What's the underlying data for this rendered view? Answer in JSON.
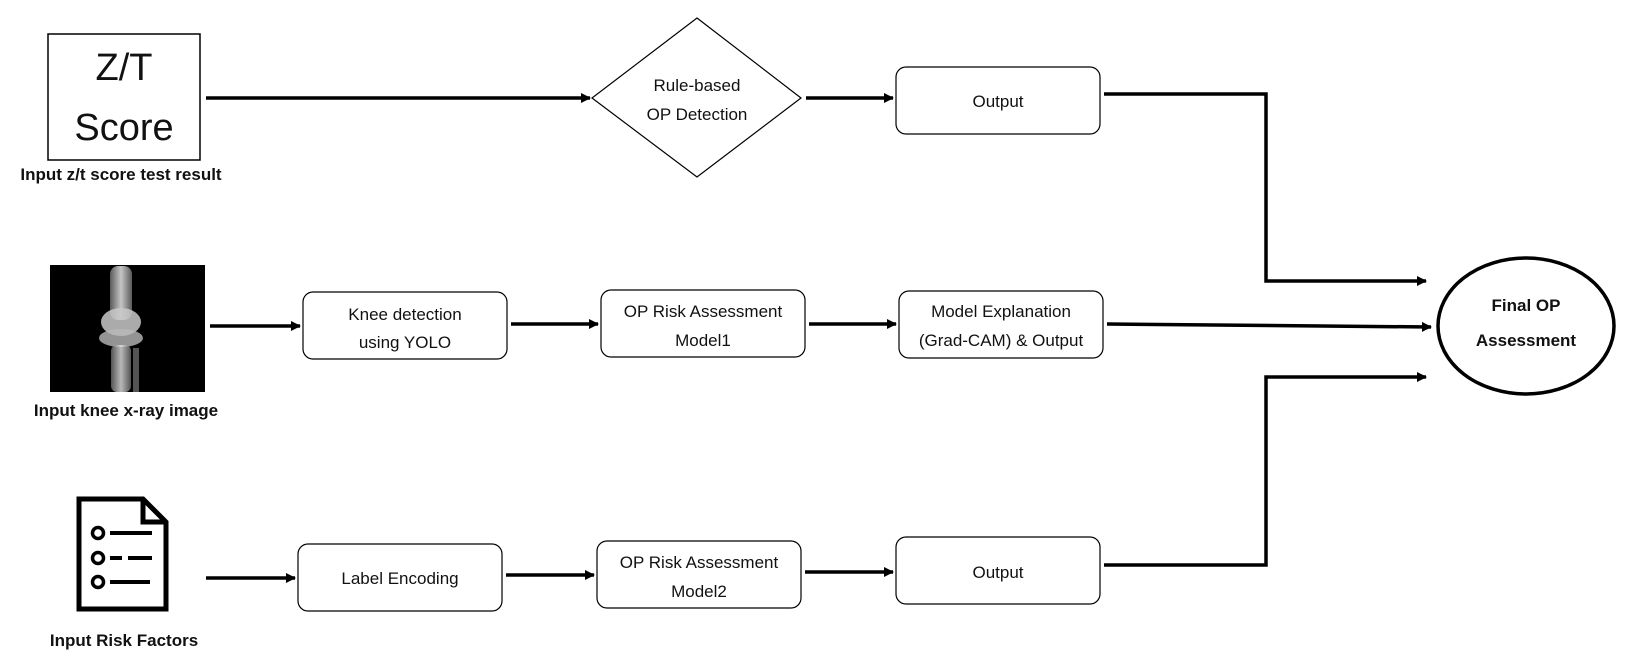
{
  "inputs": {
    "zt_icon": {
      "line1": "Z/T",
      "line2": "Score"
    },
    "zt_caption": "Input z/t score test result",
    "xray_caption": "Input knee x-ray image",
    "xray_icon": "knee-xray-image",
    "risk_caption": "Input Risk Factors",
    "risk_icon": "document-list-icon"
  },
  "row1": {
    "decision": {
      "line1": "Rule-based",
      "line2": "OP Detection"
    },
    "output": "Output"
  },
  "row2": {
    "detection": {
      "line1": "Knee detection",
      "line2": "using YOLO"
    },
    "model": {
      "line1": "OP Risk Assessment",
      "line2": "Model1"
    },
    "explanation": {
      "line1": "Model Explanation",
      "line2": "(Grad-CAM) & Output"
    }
  },
  "row3": {
    "encoding": "Label Encoding",
    "model": {
      "line1": "OP Risk Assessment",
      "line2": "Model2"
    },
    "output": "Output"
  },
  "final": {
    "line1": "Final OP",
    "line2": "Assessment"
  }
}
